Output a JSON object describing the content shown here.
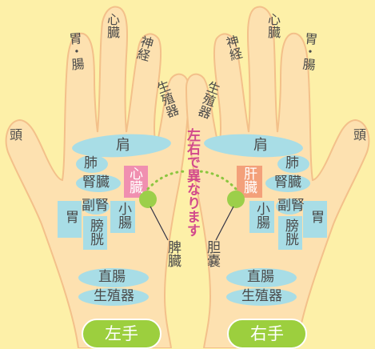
{
  "colors": {
    "background": "#fdf0a8",
    "palm": "#fde1b0",
    "outline": "#f3c08a",
    "zone": "#a8dde6",
    "heart_zone": "#f08fb0",
    "liver_zone": "#f3a07a",
    "acupoint": "#9ccf4a",
    "note_text": "#d24a8c",
    "pill": "#9ccf3e",
    "pill_border": "#ffffff",
    "dots": "#8cc63f"
  },
  "left_hand": {
    "fingers": {
      "thumb_label": "生殖器",
      "index_label": "神経",
      "middle_label": "心臓",
      "ring_label": "胃・腸",
      "pinky_label": "頭"
    },
    "zones": {
      "shoulder": "肩",
      "lung": "肺",
      "kidney": "腎臓",
      "heart": "心臓",
      "small_intestine": "小腸",
      "stomach": "胃",
      "adrenal": "副腎",
      "bladder": "膀胱",
      "rectum": "直腸",
      "genital": "生殖器"
    },
    "callout": "脾臓",
    "badge": "左手"
  },
  "right_hand": {
    "fingers": {
      "thumb_label": "生殖器",
      "index_label": "神経",
      "middle_label": "心臓",
      "ring_label": "胃・腸",
      "pinky_label": "頭"
    },
    "zones": {
      "shoulder": "肩",
      "lung": "肺",
      "kidney": "腎臓",
      "liver": "肝臓",
      "small_intestine": "小腸",
      "stomach": "胃",
      "adrenal": "副腎",
      "bladder": "膀胱",
      "rectum": "直腸",
      "genital": "生殖器"
    },
    "callout": "胆嚢",
    "badge": "右手"
  },
  "center_note": "左右で異なります"
}
